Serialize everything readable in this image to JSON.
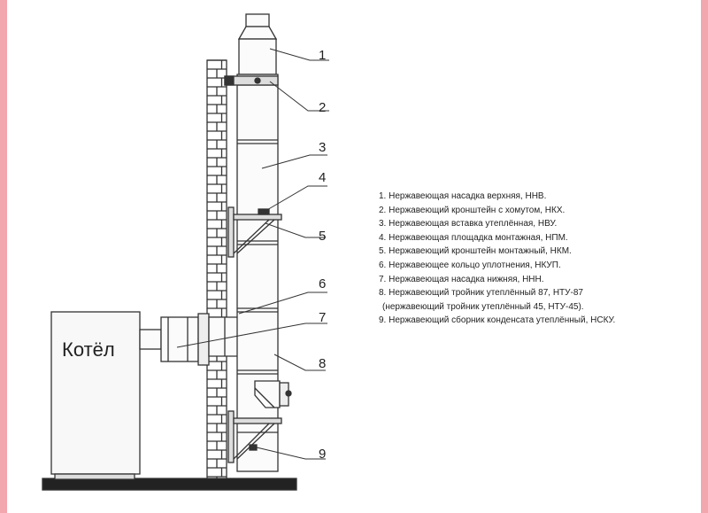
{
  "boiler_label": "Котёл",
  "callouts": [
    "1",
    "2",
    "3",
    "4",
    "5",
    "6",
    "7",
    "8",
    "9"
  ],
  "legend": [
    "1. Нержавеющая насадка верхняя, ННВ.",
    "2. Нержавеющий кронштейн с хомутом, НКХ.",
    "3. Нержавеющая вставка утеплённая, НВУ.",
    "4. Нержавеющая площадка монтажная, НПМ.",
    "5. Нержавеющий кронштейн монтажный, НКМ.",
    "6. Нержавеющее кольцо уплотнения, НКУП.",
    "7. Нержавеющая насадка нижняя, ННН.",
    "8. Нержавеющий тройник утеплённый 87, НТУ-87",
    "(нержавеющий тройник утеплённый 45, НТУ-45).",
    "9. Нержавеющий сборник конденсата утеплённый, НСКУ."
  ],
  "colors": {
    "line": "#333333",
    "frame": "#f2a6ad",
    "pipe_fill": "#fbfbfb",
    "ground": "#222222"
  }
}
